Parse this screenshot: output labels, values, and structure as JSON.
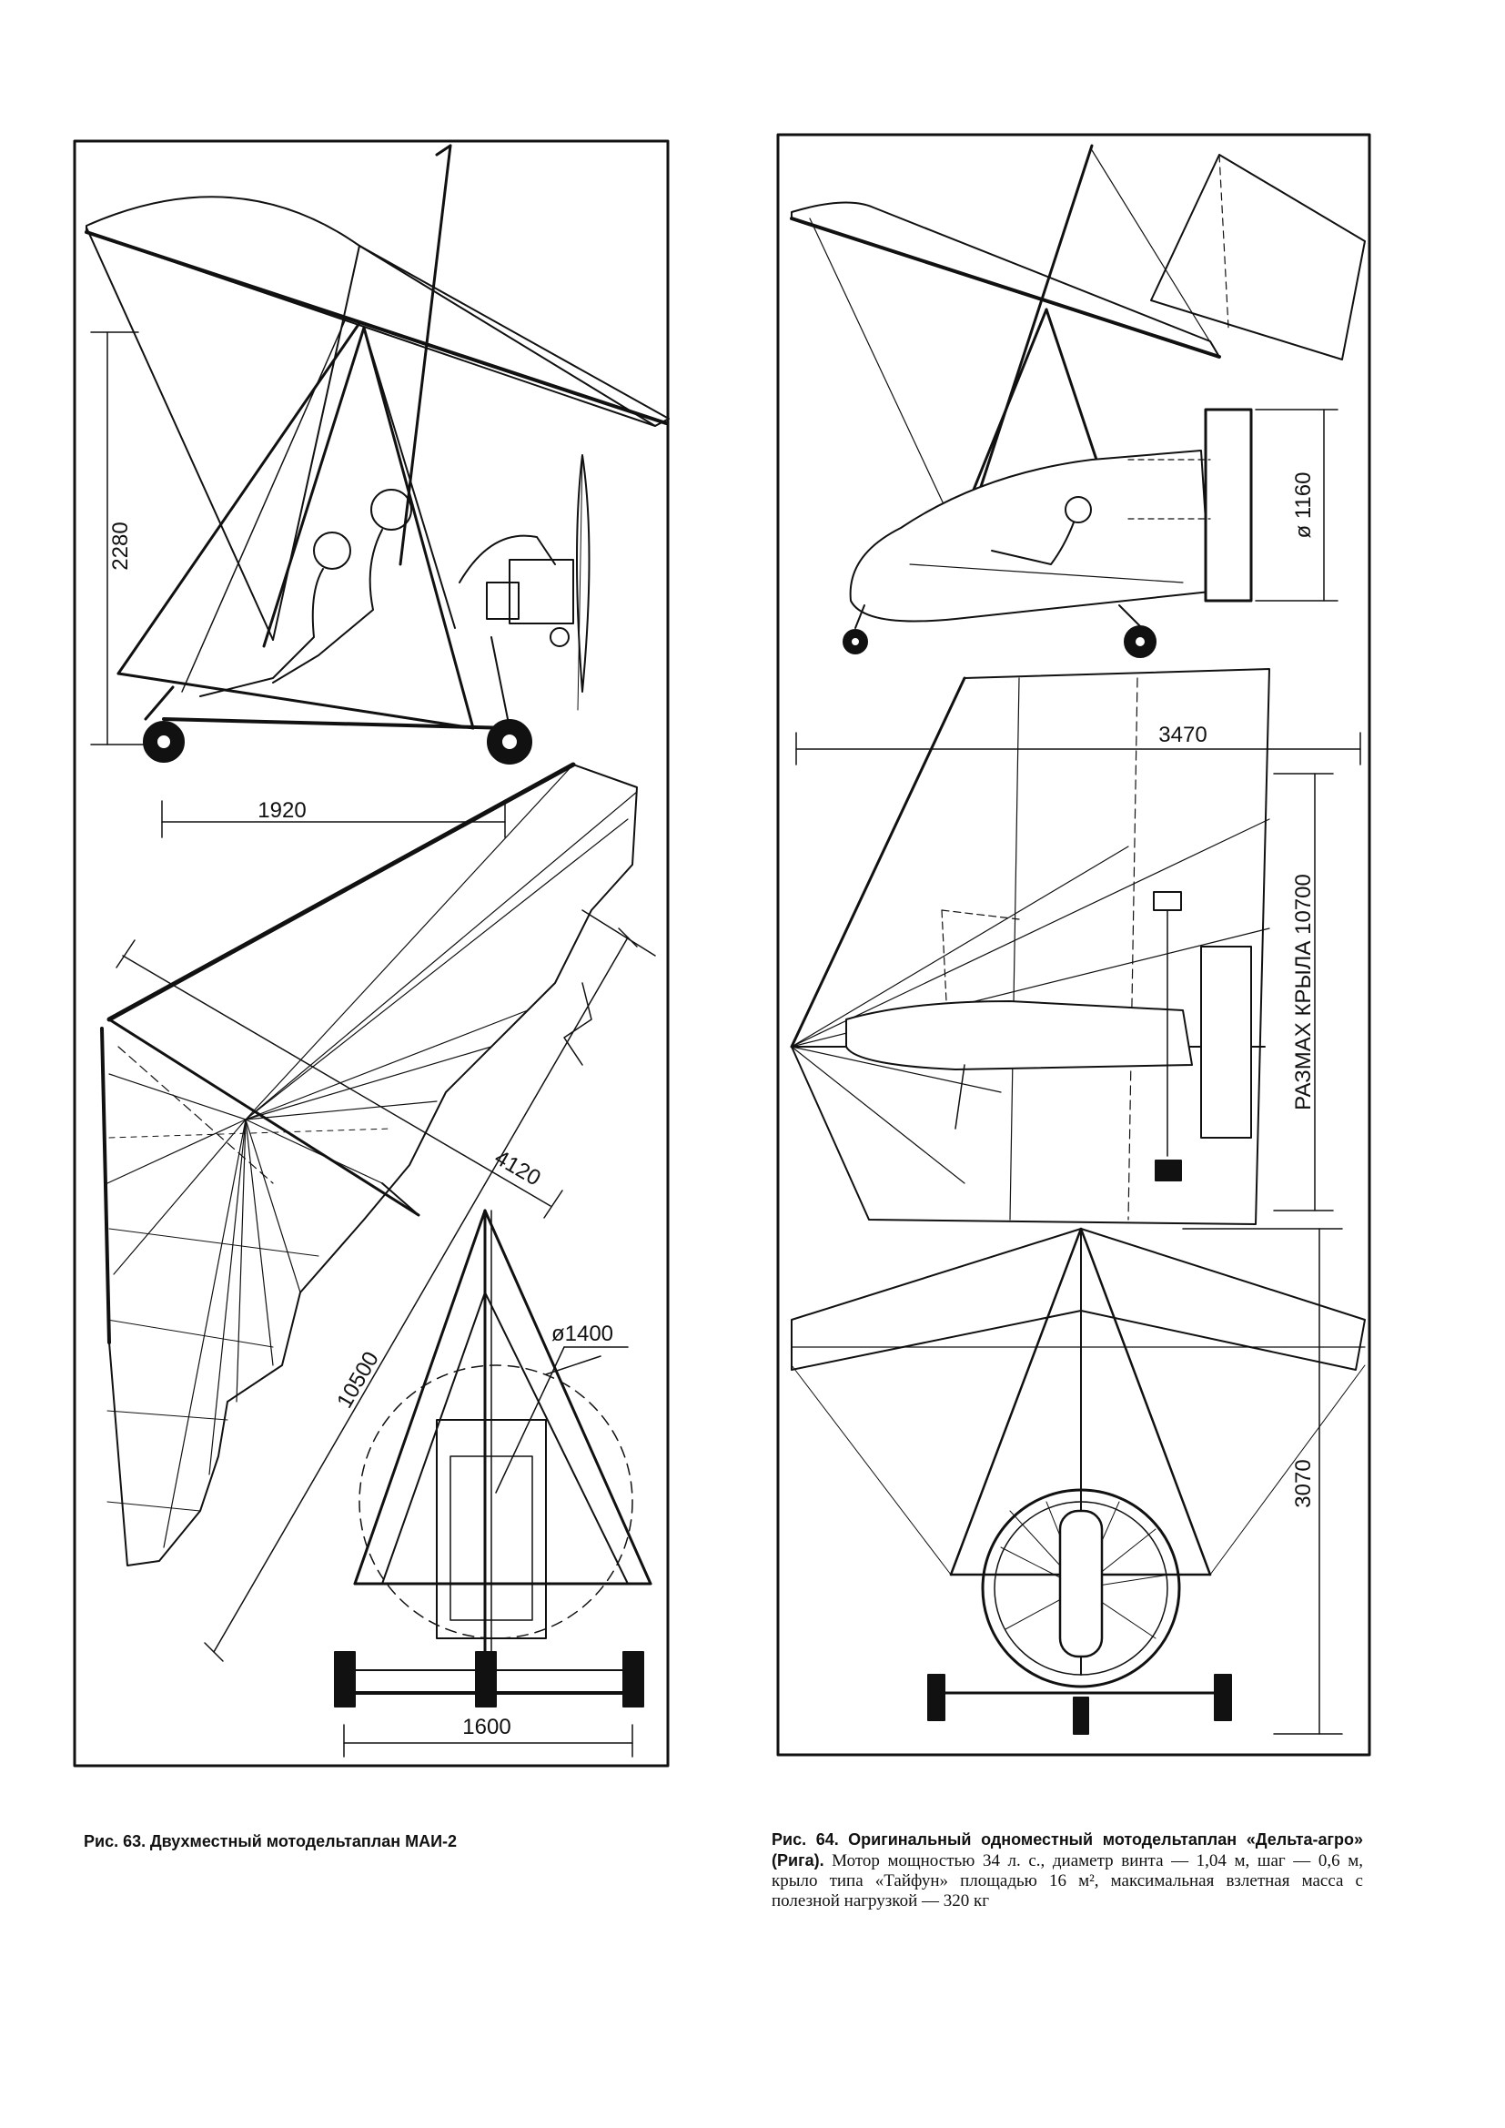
{
  "figure_left": {
    "caption_label": "Рис. 63.",
    "caption_title": "Двухместный мотодельтаплан МАИ-2",
    "dimensions": {
      "height": "2280",
      "wheelbase": "1920",
      "root_chord": "4120",
      "span": "10500",
      "prop_diameter": "ø1400",
      "track": "1600"
    }
  },
  "figure_right": {
    "caption_label": "Рис. 64.",
    "caption_title": "Оригинальный одноместный мотодельтаплан «Дельта-агро» (Рига).",
    "caption_body": "Мотор мощностью 34 л. с., диаметр винта — 1,04 м, шаг — 0,6 м, крыло типа «Тайфун» площадью 16 м², максимальная взлетная масса с полезной нагрузкой — 320 кг",
    "dimensions": {
      "duct_diameter": "ø 1160",
      "chord": "3470",
      "span_label": "РАЗМАХ КРЫЛА 10700",
      "height": "3070"
    }
  },
  "colors": {
    "ink": "#111111",
    "paper": "#ffffff"
  }
}
